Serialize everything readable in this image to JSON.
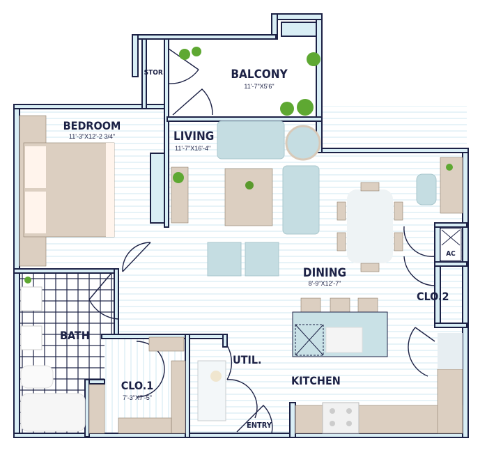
{
  "rooms": {
    "balcony": {
      "name": "BALCONY",
      "dimensions": "11'-7\"X5'6\""
    },
    "storage": {
      "name": "STOR."
    },
    "bedroom": {
      "name": "BEDROOM",
      "dimensions": "11'-3\"X12'-2 3/4\""
    },
    "living": {
      "name": "LIVING",
      "dimensions": "11'-7\"X16'-4\""
    },
    "dining": {
      "name": "DINING",
      "dimensions": "8'-9\"X12'-7\""
    },
    "closet2": {
      "name": "CLO.2"
    },
    "ac": {
      "name": "AC"
    },
    "bath": {
      "name": "BATH"
    },
    "closet1": {
      "name": "CLO.1",
      "dimensions": "7'-3\"X7'-5\""
    },
    "utility": {
      "name": "UTIL."
    },
    "kitchen": {
      "name": "KITCHEN"
    },
    "entry": {
      "name": "ENTRY"
    }
  },
  "colors": {
    "wall": "#1c2145",
    "wall_fill": "#d9eef5",
    "floor_line": "#d3eaf2",
    "furniture": "#dccfc1",
    "upholstery": "#c5dde2"
  }
}
